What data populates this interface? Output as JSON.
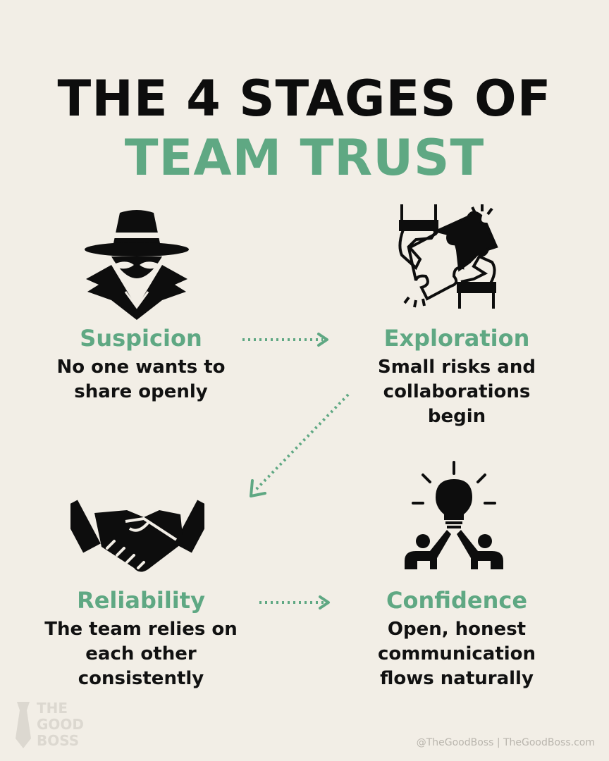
{
  "title": {
    "line1": "THE 4 STAGES OF",
    "line2": "TEAM TRUST"
  },
  "colors": {
    "accent": "#5fa883",
    "text": "#111111",
    "background": "#f2eee6"
  },
  "stages": [
    {
      "name": "Suspicion",
      "description": "No one wants to share openly",
      "icon": "spy-icon"
    },
    {
      "name": "Exploration",
      "description": "Small risks and collaborations begin",
      "icon": "puzzle-hands-icon"
    },
    {
      "name": "Reliability",
      "description": "The team relies on each other consistently",
      "icon": "handshake-icon"
    },
    {
      "name": "Confidence",
      "description": "Open, honest communication flows naturally",
      "icon": "idea-team-icon"
    }
  ],
  "logo": {
    "line1": "THE",
    "line2": "GOOD",
    "line3": "BOSS"
  },
  "footer": "@TheGoodBoss | TheGoodBoss.com"
}
